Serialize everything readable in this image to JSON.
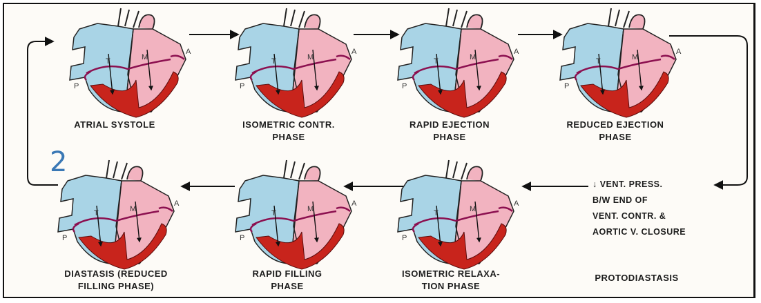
{
  "slide_number": "2",
  "colors": {
    "right_heart": "#a9d4e6",
    "left_heart": "#f2b3c0",
    "myocardium": "#c8241c",
    "valve": "#8c1050",
    "line": "#222222"
  },
  "phases": [
    {
      "label": "ATRIAL SYSTOLE"
    },
    {
      "label": "ISOMETRIC CONTR.\nPHASE"
    },
    {
      "label": "RAPID EJECTION\nPHASE"
    },
    {
      "label": "REDUCED EJECTION\nPHASE"
    },
    {
      "label": "ISOMETRIC RELAXA-\nTION PHASE"
    },
    {
      "label": "RAPID FILLING\nPHASE"
    },
    {
      "label": "DIASTASIS (REDUCED\nFILLING PHASE)"
    }
  ],
  "heart_labels": {
    "tricuspid": "T",
    "mitral": "M",
    "aorta": "A",
    "pulmonary": "P"
  },
  "protodiastasis": {
    "note": "↓ VENT. PRESS.\nB/W END OF\nVENT. CONTR. &\nAORTIC V. CLOSURE",
    "label": "PROTODIASTASIS"
  }
}
